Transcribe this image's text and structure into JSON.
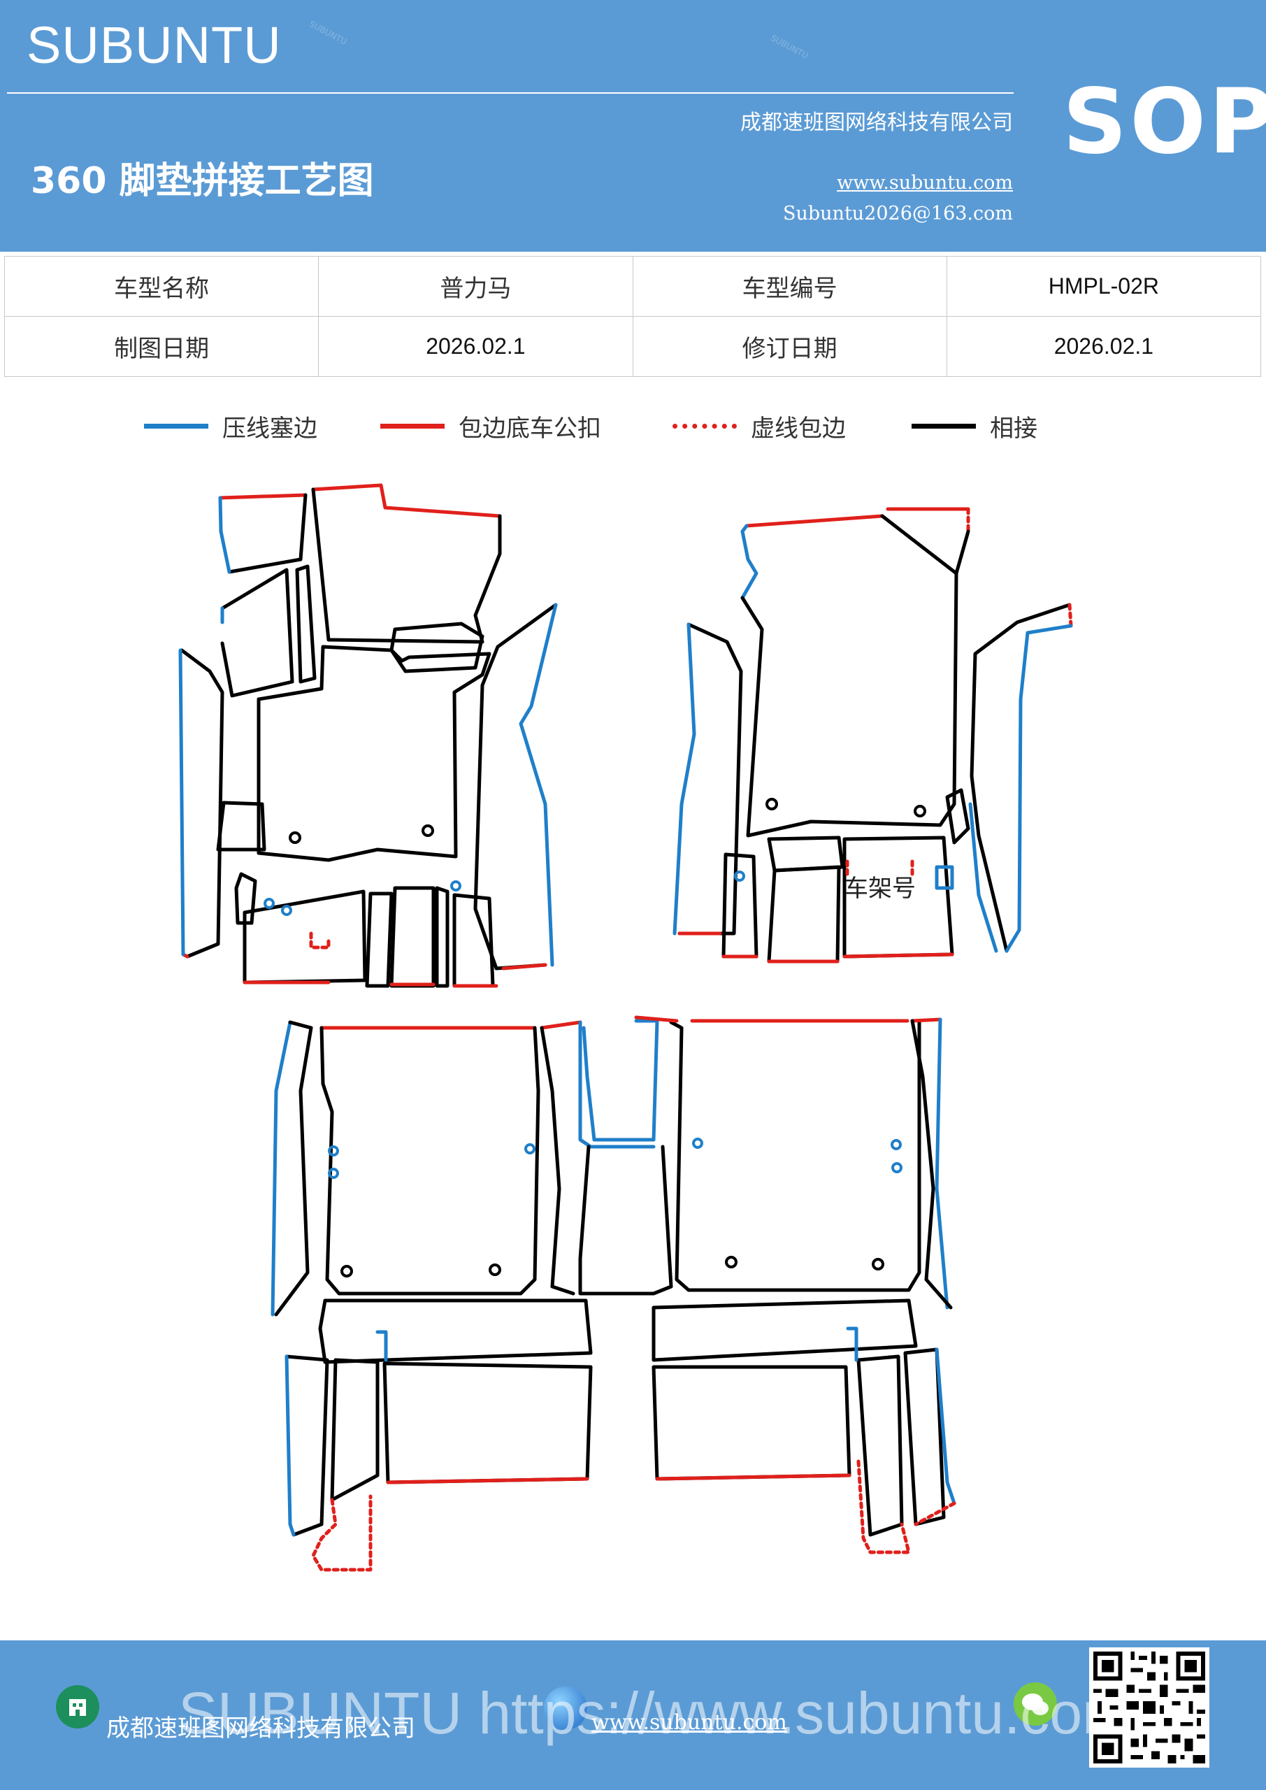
{
  "header": {
    "brand": "SUBUNTU",
    "company": "成都速班图网络科技有限公司",
    "title": "360 脚垫拼接工艺图",
    "website": "www.subuntu.com",
    "email": "Subuntu2026@163.com",
    "badge": "SOP"
  },
  "info_table": {
    "rows": [
      [
        "车型名称",
        "普力马",
        "车型编号",
        "HMPL-02R"
      ],
      [
        "制图日期",
        "2026.02.1",
        "修订日期",
        "2026.02.1"
      ]
    ]
  },
  "legend": [
    {
      "label": "压线塞边",
      "color": "#1f7fc9",
      "style": "solid"
    },
    {
      "label": "包边底车公扣",
      "color": "#e0201b",
      "style": "solid"
    },
    {
      "label": "虚线包边",
      "color": "#e0201b",
      "style": "dotted"
    },
    {
      "label": "相接",
      "color": "#000000",
      "style": "solid"
    }
  ],
  "diagram": {
    "frame_label": "车架号"
  },
  "footer": {
    "company": "成都速班图网络科技有限公司",
    "website": "www.subuntu.com",
    "watermark": "SUBUNTU https://www.subuntu.com"
  },
  "colors": {
    "header_bg": "#5b9bd5",
    "blue_line": "#1f7fc9",
    "red_line": "#e0201b",
    "black_line": "#000000"
  }
}
